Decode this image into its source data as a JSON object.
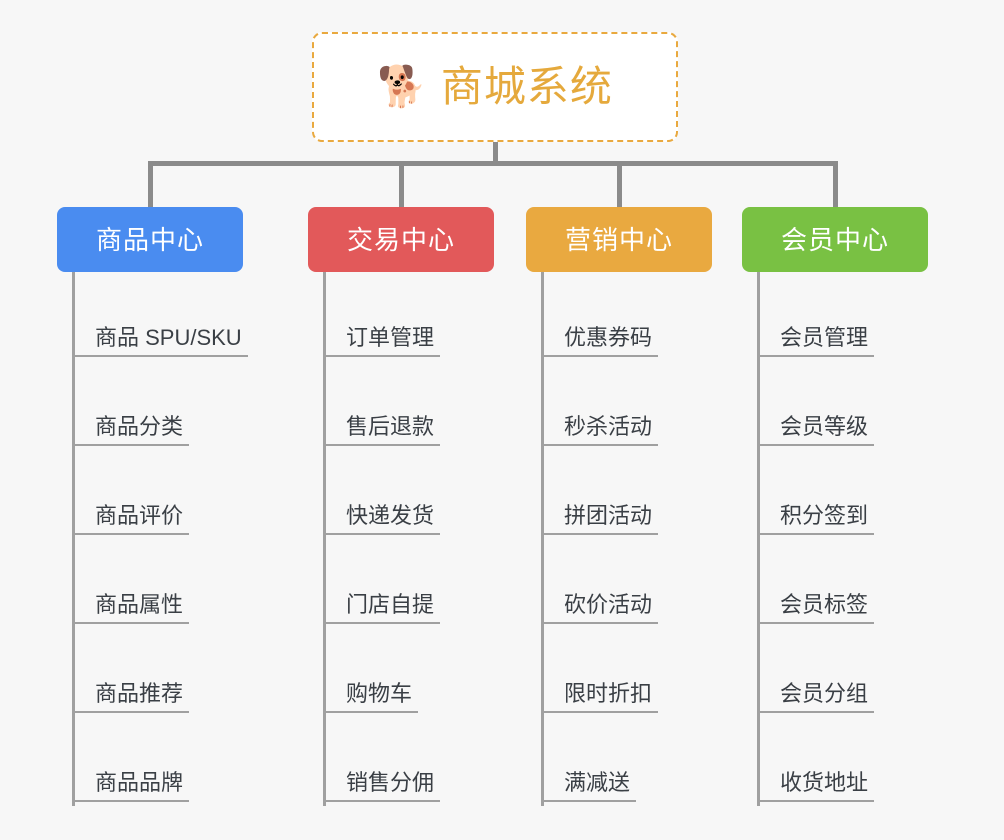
{
  "page": {
    "background": "#f7f7f7",
    "type": "mindmap"
  },
  "root": {
    "title": "商城系统",
    "emoji": "🐕",
    "emoji_name": "shiba-dog-emoji",
    "border_color": "#e9a93f",
    "text_color": "#e5a93c"
  },
  "connector": {
    "color": "#8b8b8b"
  },
  "branches": [
    {
      "label": "商品中心",
      "color": "#4a8cf0",
      "items": [
        "商品 SPU/SKU",
        "商品分类",
        "商品评价",
        "商品属性",
        "商品推荐",
        "商品品牌"
      ]
    },
    {
      "label": "交易中心",
      "color": "#e2595a",
      "items": [
        "订单管理",
        "售后退款",
        "快递发货",
        "门店自提",
        "购物车",
        "销售分佣"
      ]
    },
    {
      "label": "营销中心",
      "color": "#e9a940",
      "items": [
        "优惠券码",
        "秒杀活动",
        "拼团活动",
        "砍价活动",
        "限时折扣",
        "满减送"
      ]
    },
    {
      "label": "会员中心",
      "color": "#79c143",
      "items": [
        "会员管理",
        "会员等级",
        "积分签到",
        "会员标签",
        "会员分组",
        "收货地址"
      ]
    }
  ]
}
